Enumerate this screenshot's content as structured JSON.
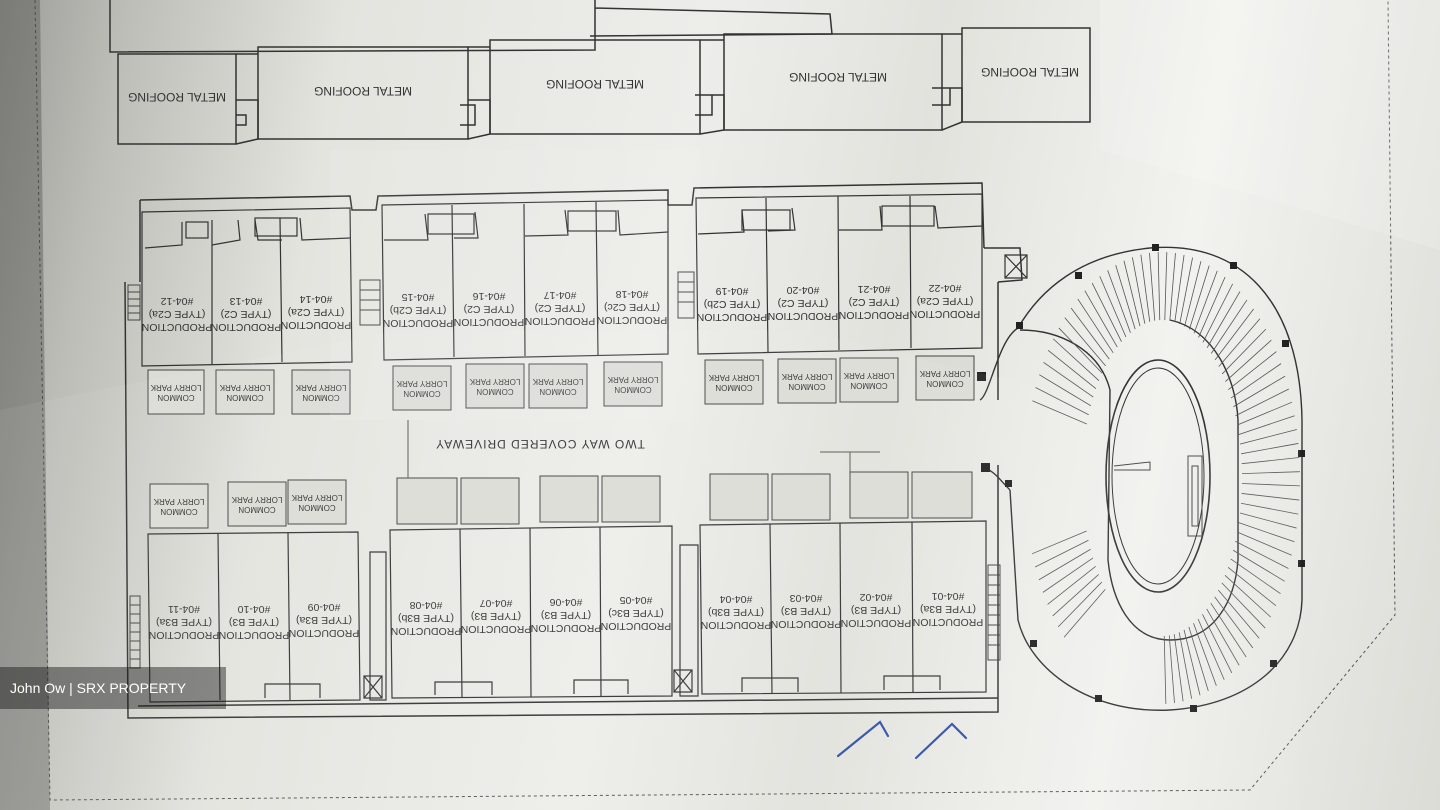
{
  "roof": {
    "labels": [
      "METAL ROOFING",
      "METAL ROOFING",
      "METAL ROOFING",
      "METAL ROOFING",
      "METAL ROOFING"
    ]
  },
  "units_top": [
    {
      "line1": "PRODUCTION",
      "line2": "(TYPE C2a)",
      "line3": "#04-12"
    },
    {
      "line1": "PRODUCTION",
      "line2": "(TYPE C2)",
      "line3": "#04-13"
    },
    {
      "line1": "PRODUCTION",
      "line2": "(TYPE C2a)",
      "line3": "#04-14"
    },
    {
      "line1": "PRODUCTION",
      "line2": "(TYPE C2b)",
      "line3": "#04-15"
    },
    {
      "line1": "PRODUCTION",
      "line2": "(TYPE C2)",
      "line3": "#04-16"
    },
    {
      "line1": "PRODUCTION",
      "line2": "(TYPE C2)",
      "line3": "#04-17"
    },
    {
      "line1": "PRODUCTION",
      "line2": "(TYPE C2c)",
      "line3": "#04-18"
    },
    {
      "line1": "PRODUCTION",
      "line2": "(TYPE C2b)",
      "line3": "#04-19"
    },
    {
      "line1": "PRODUCTION",
      "line2": "(TYPE C2)",
      "line3": "#04-20"
    },
    {
      "line1": "PRODUCTION",
      "line2": "(TYPE C2)",
      "line3": "#04-21"
    },
    {
      "line1": "PRODUCTION",
      "line2": "(TYPE C2a)",
      "line3": "#04-22"
    }
  ],
  "units_bottom": [
    {
      "line1": "PRODUCTION",
      "line2": "(TYPE B3a)",
      "line3": "#04-11"
    },
    {
      "line1": "PRODUCTION",
      "line2": "(TYPE B3)",
      "line3": "#04-10"
    },
    {
      "line1": "PRODUCTION",
      "line2": "(TYPE B3a)",
      "line3": "#04-09"
    },
    {
      "line1": "PRODUCTION",
      "line2": "(TYPE B3b)",
      "line3": "#04-08"
    },
    {
      "line1": "PRODUCTION",
      "line2": "(TYPE B3)",
      "line3": "#04-07"
    },
    {
      "line1": "PRODUCTION",
      "line2": "(TYPE B3)",
      "line3": "#04-06"
    },
    {
      "line1": "PRODUCTION",
      "line2": "(TYPE B3c)",
      "line3": "#04-05"
    },
    {
      "line1": "PRODUCTION",
      "line2": "(TYPE B3b)",
      "line3": "#04-04"
    },
    {
      "line1": "PRODUCTION",
      "line2": "(TYPE B3)",
      "line3": "#04-03"
    },
    {
      "line1": "PRODUCTION",
      "line2": "(TYPE B3)",
      "line3": "#04-02"
    },
    {
      "line1": "PRODUCTION",
      "line2": "(TYPE B3a)",
      "line3": "#04-01"
    }
  ],
  "lorry_top": [
    {
      "line1": "COMMON",
      "line2": "LORRY PARK"
    },
    {
      "line1": "COMMON",
      "line2": "LORRY PARK"
    },
    {
      "line1": "COMMON",
      "line2": "LORRY PARK"
    },
    {
      "line1": "COMMON",
      "line2": "LORRY PARK"
    },
    {
      "line1": "COMMON",
      "line2": "LORRY PARK"
    },
    {
      "line1": "COMMON",
      "line2": "LORRY PARK"
    },
    {
      "line1": "COMMON",
      "line2": "LORRY PARK"
    },
    {
      "line1": "COMMON",
      "line2": "LORRY PARK"
    },
    {
      "line1": "COMMON",
      "line2": "LORRY PARK"
    },
    {
      "line1": "COMMON",
      "line2": "LORRY PARK"
    },
    {
      "line1": "COMMON",
      "line2": "LORRY PARK"
    }
  ],
  "lorry_bottom": [
    {
      "line1": "COMMON",
      "line2": "LORRY PARK"
    },
    {
      "line1": "COMMON",
      "line2": "LORRY PARK"
    },
    {
      "line1": "COMMON",
      "line2": "LORRY PARK"
    }
  ],
  "driveway_label": "TWO WAY COVERED DRIVEWAY",
  "watermark": "John Ow | SRX PROPERTY"
}
